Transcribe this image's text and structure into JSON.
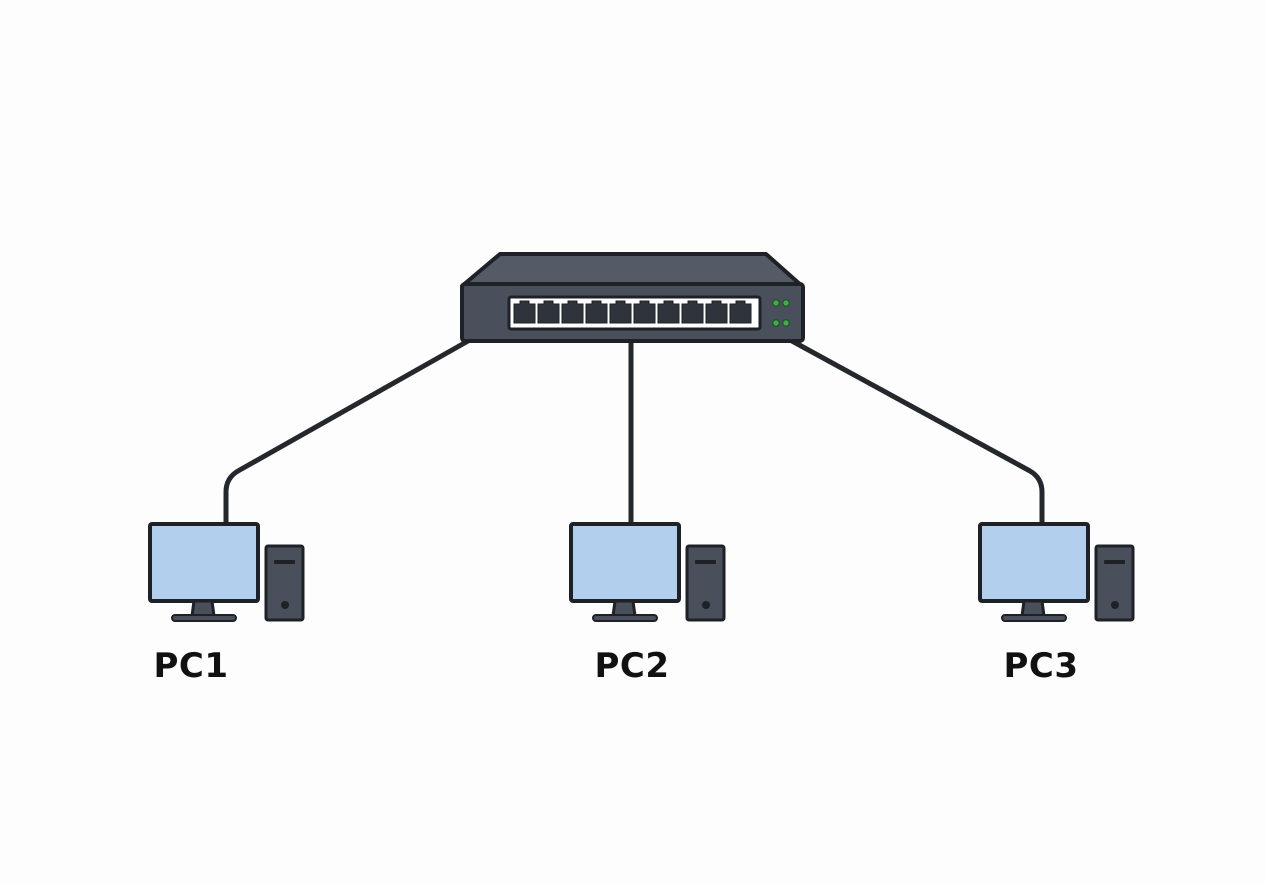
{
  "colors": {
    "background": "#fdfdfd",
    "device_body": "#49505b",
    "device_top": "#545b67",
    "outline": "#1e2126",
    "cable": "#24272c",
    "screen": "#b3cfee",
    "port": "#2f343c",
    "led": "#3fae4a"
  },
  "switch": {
    "icon": "network-switch-icon",
    "port_count": 10,
    "led_count": 4
  },
  "computers": [
    {
      "id": "pc1",
      "label": "PC1",
      "icon": "desktop-computer-icon"
    },
    {
      "id": "pc2",
      "label": "PC2",
      "icon": "desktop-computer-icon"
    },
    {
      "id": "pc3",
      "label": "PC3",
      "icon": "desktop-computer-icon"
    }
  ]
}
